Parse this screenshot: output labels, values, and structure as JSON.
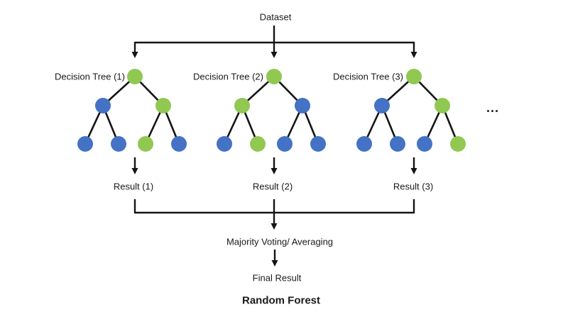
{
  "diagram": {
    "dataset_label": "Dataset",
    "ellipsis": "...",
    "majority_voting_label": "Majority Voting/ Averaging",
    "final_result_label": "Final Result",
    "title": "Random Forest",
    "colors": {
      "green": "#90C852",
      "blue": "#4472C4",
      "line": "#141414",
      "text": "#1A1A1A",
      "background": "#FFFFFF"
    },
    "trees": [
      {
        "label": "Decision Tree (1)",
        "result_label": "Result (1)",
        "node_colors": [
          "green",
          "blue",
          "green",
          "blue",
          "blue",
          "green",
          "blue"
        ]
      },
      {
        "label": "Decision Tree (2)",
        "result_label": "Result (2)",
        "node_colors": [
          "green",
          "green",
          "blue",
          "blue",
          "green",
          "blue",
          "blue"
        ]
      },
      {
        "label": "Decision Tree (3)",
        "result_label": "Result (3)",
        "node_colors": [
          "green",
          "blue",
          "green",
          "blue",
          "blue",
          "blue",
          "green"
        ]
      }
    ]
  }
}
